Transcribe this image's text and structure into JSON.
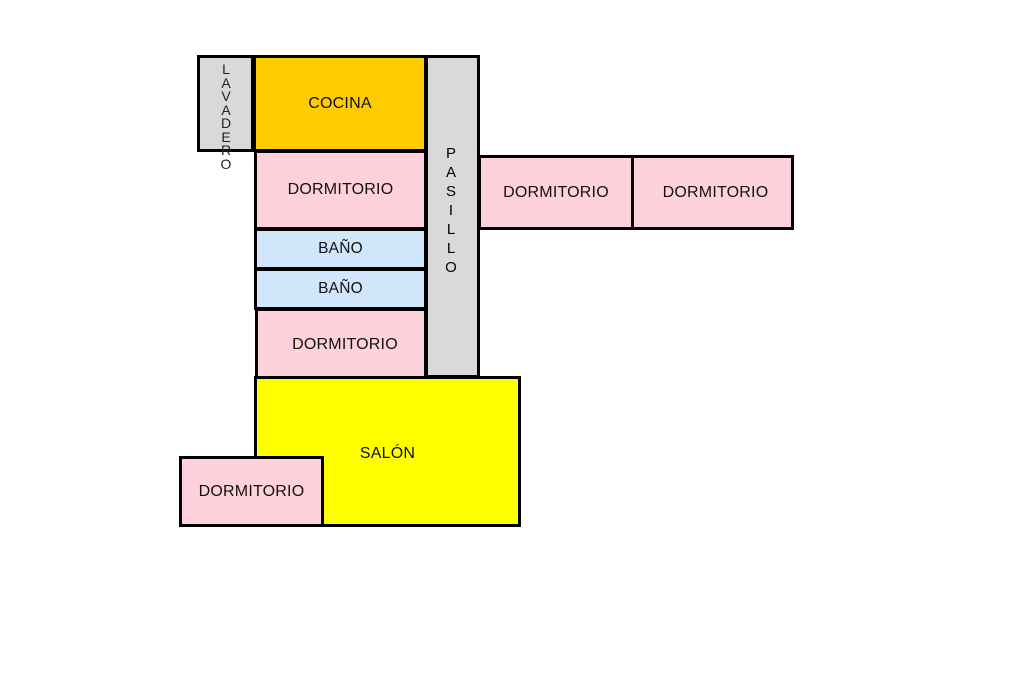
{
  "floorplan": {
    "rooms": {
      "lavadero": {
        "label_letters": [
          "L",
          "A",
          "V",
          "A",
          "D",
          "E",
          "R",
          "O"
        ],
        "label": "LAVADERO",
        "fill": "#d9d9d9"
      },
      "cocina": {
        "label": "COCINA",
        "fill": "#ffcc00"
      },
      "pasillo": {
        "label_letters": [
          "P",
          "A",
          "S",
          "I",
          "L",
          "L",
          "O"
        ],
        "label": "PASILLO",
        "fill": "#d9d9d9"
      },
      "dormitorio_1": {
        "label": "DORMITORIO",
        "fill": "#ffd1dc"
      },
      "bano_1": {
        "label": "BAÑO",
        "fill": "#d0e6fa"
      },
      "bano_2": {
        "label": "BAÑO",
        "fill": "#d0e6fa"
      },
      "dormitorio_2": {
        "label": "DORMITORIO",
        "fill": "#ffd1dc"
      },
      "dormitorio_3": {
        "label": "DORMITORIO",
        "fill": "#ffd1dc"
      },
      "dormitorio_4": {
        "label": "DORMITORIO",
        "fill": "#ffd1dc"
      },
      "salon": {
        "label": "SALÓN",
        "fill": "#ffff00"
      },
      "dormitorio_5": {
        "label": "DORMITORIO",
        "fill": "#ffd1dc"
      }
    }
  }
}
